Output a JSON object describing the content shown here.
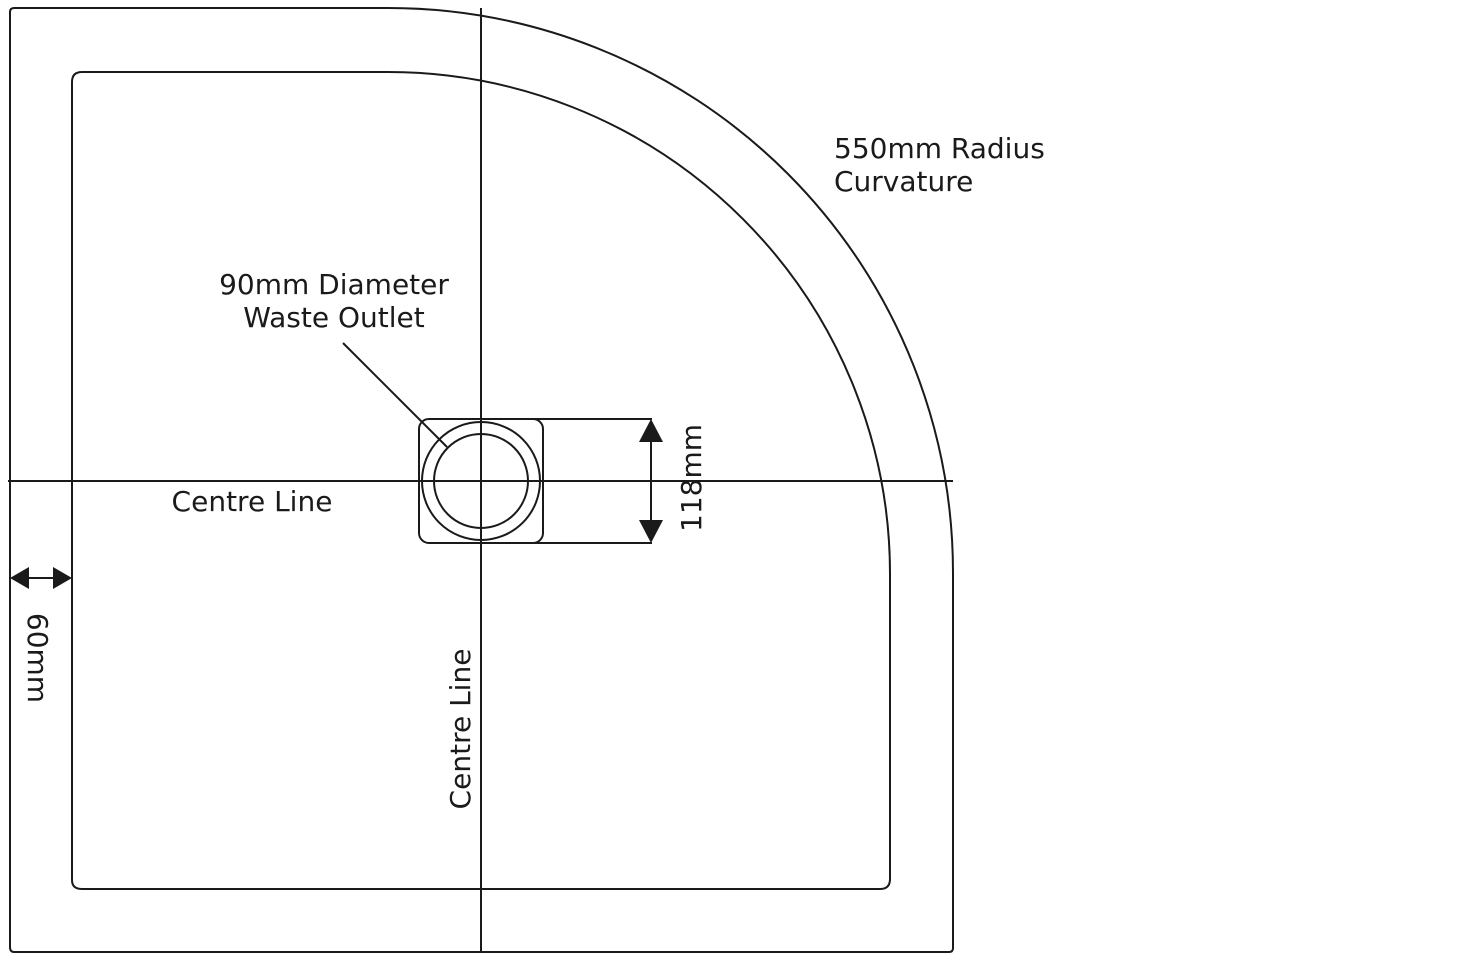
{
  "labels": {
    "radius_line1": "550mm Radius",
    "radius_line2": "Curvature",
    "outlet_line1": "90mm Diameter",
    "outlet_line2": "Waste Outlet",
    "centre_horizontal": "Centre Line",
    "centre_vertical": "Centre Line",
    "outlet_dimension": "118mm",
    "border_dimension": "60mm"
  },
  "colors": {
    "line": "#1a1a1a",
    "background": "#ffffff"
  }
}
